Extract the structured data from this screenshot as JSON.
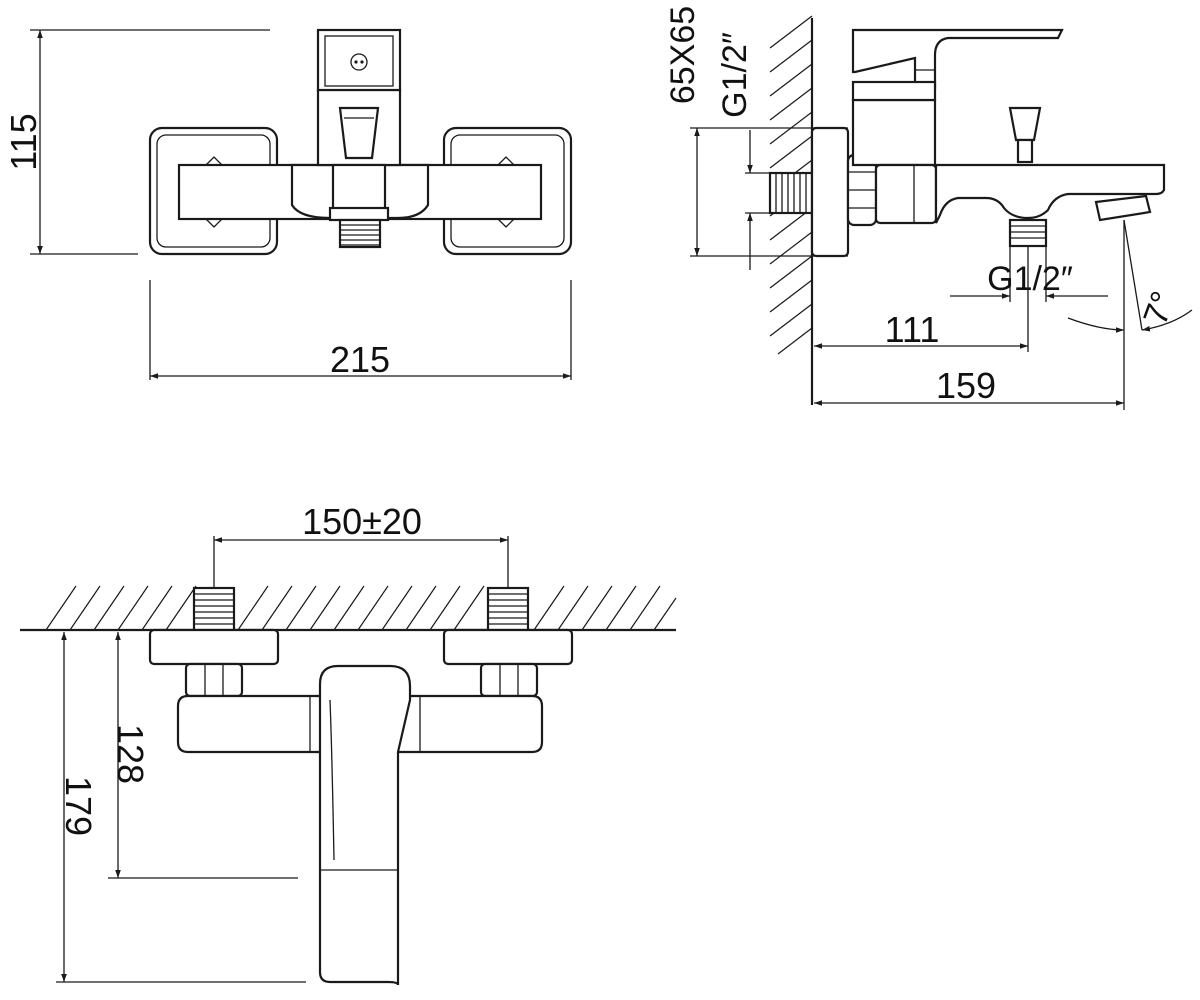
{
  "drawing": {
    "front_view": {
      "height_label": "115",
      "width_label": "215"
    },
    "side_view": {
      "flange_label": "65X65",
      "inlet_thread_label": "G1/2″",
      "outlet_thread_label": "G1/2″",
      "outlet_distance_label": "111",
      "projection_label": "159",
      "angle_label": "7°"
    },
    "top_view": {
      "centers_label": "150±20",
      "height_128_label": "128",
      "height_179_label": "179"
    }
  }
}
